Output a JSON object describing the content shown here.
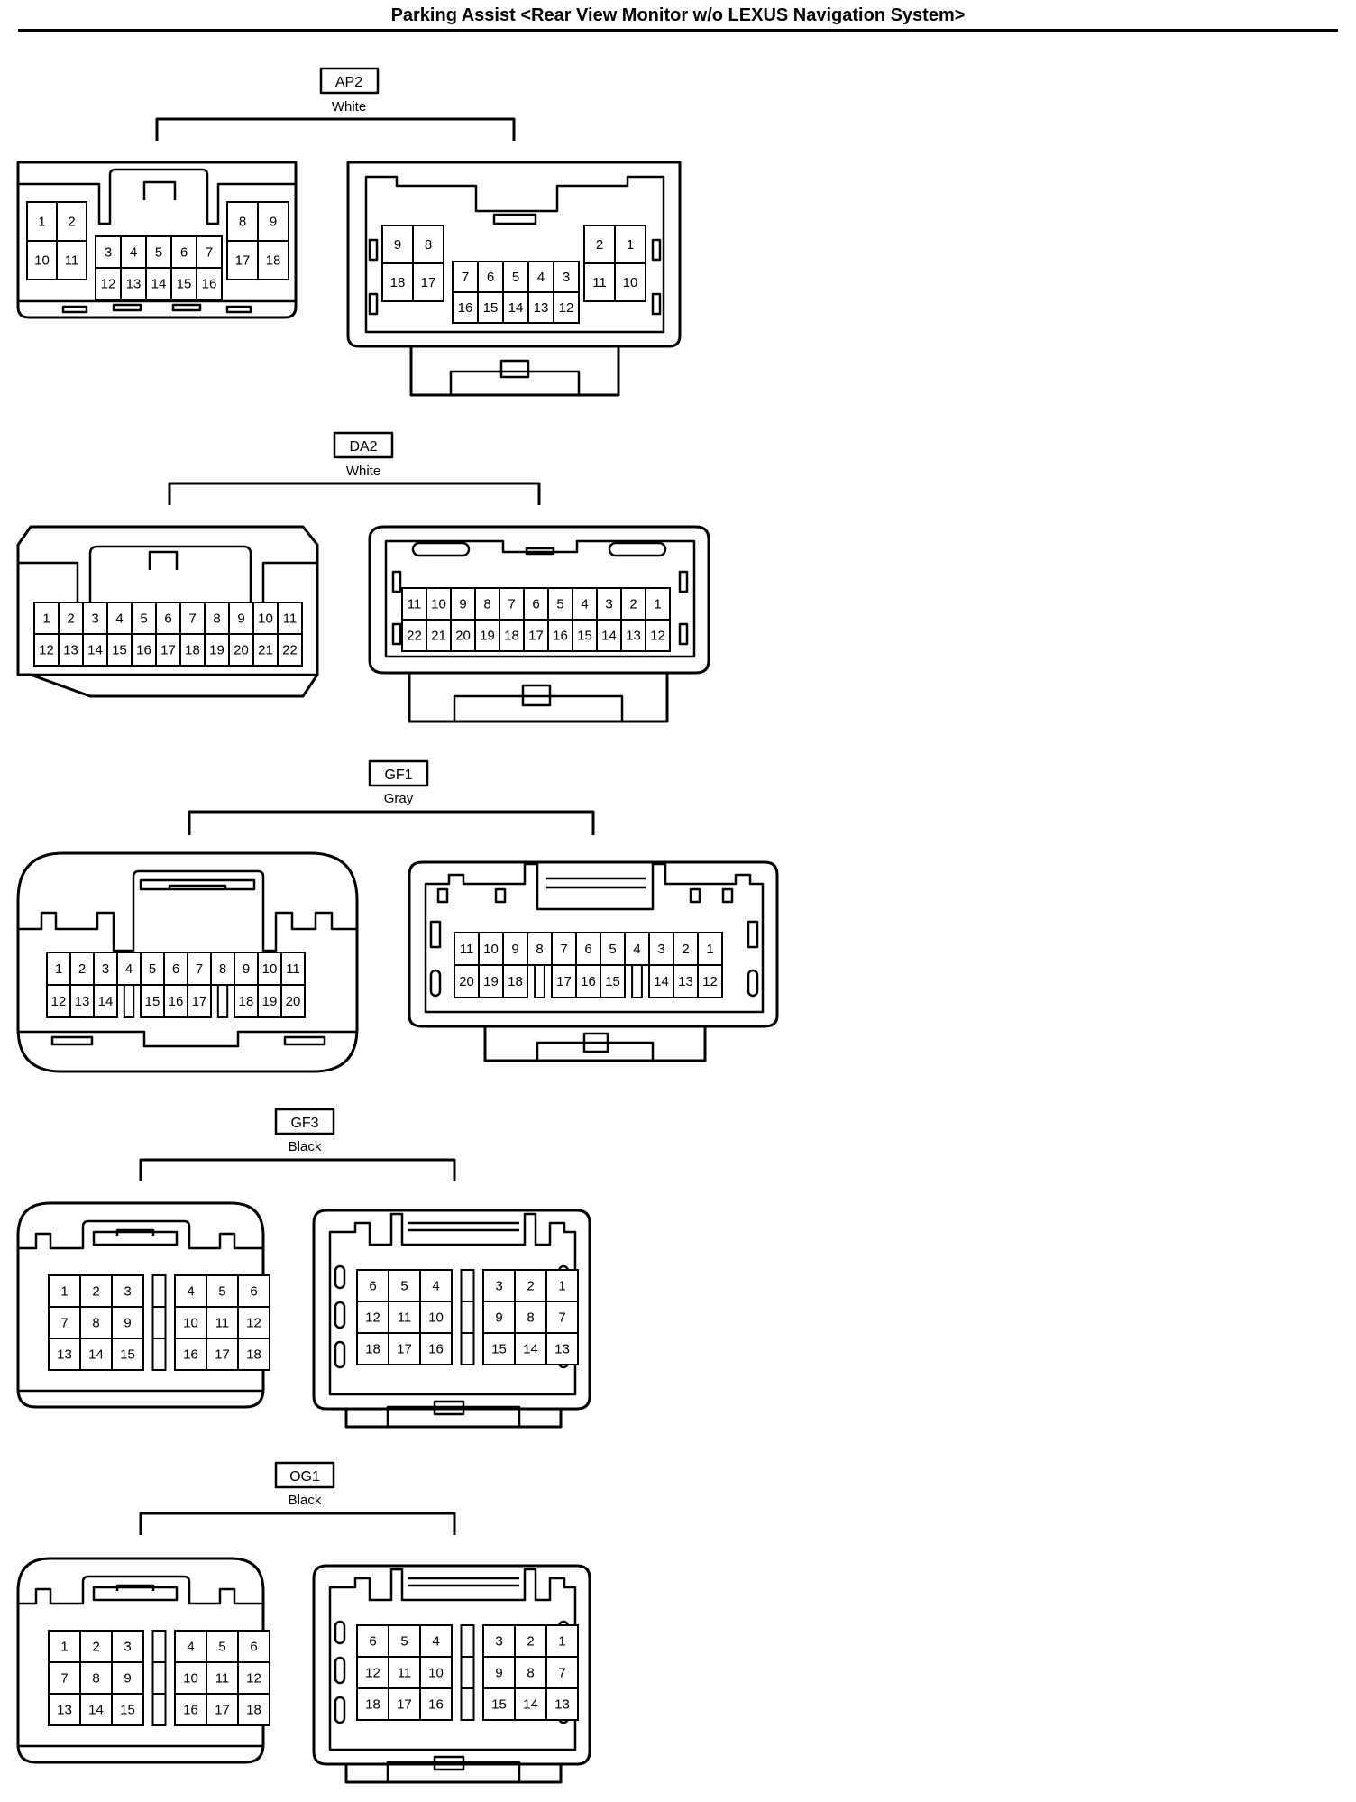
{
  "title": "Parking Assist <Rear View Monitor w/o LEXUS Navigation System>",
  "connectors": [
    {
      "code": "AP2",
      "color": "White",
      "left_face": {
        "groups": [
          {
            "rows": [
              [
                "1",
                "2"
              ],
              [
                "10",
                "11"
              ]
            ]
          },
          {
            "rows": [
              [
                "3",
                "4",
                "5",
                "6",
                "7"
              ],
              [
                "12",
                "13",
                "14",
                "15",
                "16"
              ]
            ]
          },
          {
            "rows": [
              [
                "8",
                "9"
              ],
              [
                "17",
                "18"
              ]
            ]
          }
        ]
      },
      "right_face": {
        "groups": [
          {
            "rows": [
              [
                "9",
                "8"
              ],
              [
                "18",
                "17"
              ]
            ]
          },
          {
            "rows": [
              [
                "7",
                "6",
                "5",
                "4",
                "3"
              ],
              [
                "16",
                "15",
                "14",
                "13",
                "12"
              ]
            ]
          },
          {
            "rows": [
              [
                "2",
                "1"
              ],
              [
                "11",
                "10"
              ]
            ]
          }
        ]
      }
    },
    {
      "code": "DA2",
      "color": "White",
      "left_face": {
        "rows": [
          [
            "1",
            "2",
            "3",
            "4",
            "5",
            "6",
            "7",
            "8",
            "9",
            "10",
            "11"
          ],
          [
            "12",
            "13",
            "14",
            "15",
            "16",
            "17",
            "18",
            "19",
            "20",
            "21",
            "22"
          ]
        ]
      },
      "right_face": {
        "rows": [
          [
            "11",
            "10",
            "9",
            "8",
            "7",
            "6",
            "5",
            "4",
            "3",
            "2",
            "1"
          ],
          [
            "22",
            "21",
            "20",
            "19",
            "18",
            "17",
            "16",
            "15",
            "14",
            "13",
            "12"
          ]
        ]
      }
    },
    {
      "code": "GF1",
      "color": "Gray",
      "left_face": {
        "top": [
          "1",
          "2",
          "3",
          "4",
          "5",
          "6",
          "7",
          "8",
          "9",
          "10",
          "11"
        ],
        "bottom": [
          "12",
          "13",
          "14",
          "",
          "15",
          "16",
          "17",
          "",
          "18",
          "19",
          "20"
        ]
      },
      "right_face": {
        "top": [
          "11",
          "10",
          "9",
          "8",
          "7",
          "6",
          "5",
          "4",
          "3",
          "2",
          "1"
        ],
        "bottom": [
          "20",
          "19",
          "18",
          "",
          "17",
          "16",
          "15",
          "",
          "14",
          "13",
          "12"
        ]
      }
    },
    {
      "code": "GF3",
      "color": "Black",
      "left_face": {
        "rows": [
          [
            "1",
            "2",
            "3",
            "",
            "4",
            "5",
            "6"
          ],
          [
            "7",
            "8",
            "9",
            "",
            "10",
            "11",
            "12"
          ],
          [
            "13",
            "14",
            "15",
            "",
            "16",
            "17",
            "18"
          ]
        ]
      },
      "right_face": {
        "rows": [
          [
            "6",
            "5",
            "4",
            "",
            "3",
            "2",
            "1"
          ],
          [
            "12",
            "11",
            "10",
            "",
            "9",
            "8",
            "7"
          ],
          [
            "18",
            "17",
            "16",
            "",
            "15",
            "14",
            "13"
          ]
        ]
      }
    },
    {
      "code": "OG1",
      "color": "Black",
      "left_face": {
        "rows": [
          [
            "1",
            "2",
            "3",
            "",
            "4",
            "5",
            "6"
          ],
          [
            "7",
            "8",
            "9",
            "",
            "10",
            "11",
            "12"
          ],
          [
            "13",
            "14",
            "15",
            "",
            "16",
            "17",
            "18"
          ]
        ]
      },
      "right_face": {
        "rows": [
          [
            "6",
            "5",
            "4",
            "",
            "3",
            "2",
            "1"
          ],
          [
            "12",
            "11",
            "10",
            "",
            "9",
            "8",
            "7"
          ],
          [
            "18",
            "17",
            "16",
            "",
            "15",
            "14",
            "13"
          ]
        ]
      }
    }
  ]
}
